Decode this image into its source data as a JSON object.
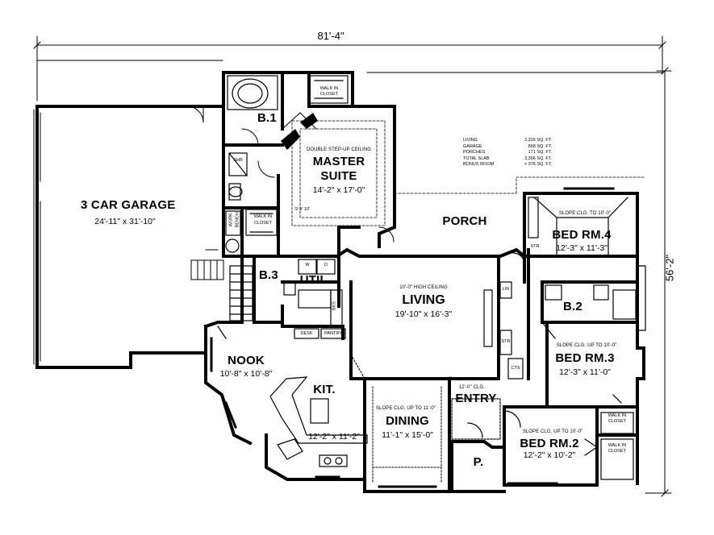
{
  "overall": {
    "width": "81'-4\"",
    "depth": "56'-2\""
  },
  "rooms": {
    "garage": {
      "name": "3 CAR GARAGE",
      "size": "24'-11\" x 31'-10\""
    },
    "bath1": {
      "name": "B.1"
    },
    "master_walkin": {
      "line1": "WALK IN",
      "line2": "CLOSET"
    },
    "master": {
      "ceiling_note": "DOUBLE STEP-UP CEILING",
      "name1": "MASTER",
      "name2": "SUITE",
      "size": "14'-2\" x 17'-0\"",
      "small_note": "9' 9' 10'"
    },
    "shr": {
      "name": "SHR"
    },
    "walkin2": {
      "line1": "WALK IN",
      "line2": "CLOSET"
    },
    "work_bench": {
      "line1": "WORK",
      "line2": "BENCH"
    },
    "porch": {
      "name": "PORCH"
    },
    "bed4": {
      "note": "SLOPE CLG. TO 10'-0\"",
      "name": "BED RM.4",
      "size": "12'-3\" x 11'-3\"",
      "str": "STR"
    },
    "bath3": {
      "name": "B.3"
    },
    "util": {
      "name": "UTIL.",
      "w": "W",
      "d": "D"
    },
    "living": {
      "note": "10'-0\" HIGH CEILING",
      "name": "LIVING",
      "size": "19'-10\" x 16'-3\"",
      "lin": "LIN",
      "str": "STR",
      "cts": "CTS",
      "bks": "BKS"
    },
    "bath2": {
      "name": "B.2"
    },
    "bed3": {
      "note": "SLOPE CLG. UP TO 10'-0\"",
      "name": "BED RM.3",
      "size": "12'-3\" x 11'-0\""
    },
    "nook": {
      "name": "NOOK",
      "size": "10'-8\" x 10'-8\""
    },
    "desk": {
      "name": "DESK"
    },
    "pantry": {
      "name": "PANTRY"
    },
    "kitchen": {
      "name": "KIT.",
      "size": "12'-2\" x 11'-2\""
    },
    "dining": {
      "note": "SLOPE CLG. UP TO 11'-0\"",
      "name": "DINING",
      "size": "11'-1\" x 15'-0\""
    },
    "entry": {
      "note": "12'-0\" CLG.",
      "name": "ENTRY"
    },
    "bed2": {
      "note": "SLOPE CLG. UP TO 10'-0\"",
      "name": "BED RM.2",
      "size": "12'-2\" x 10'-2\""
    },
    "walkin3": {
      "line1": "WALK IN",
      "line2": "CLOSET"
    },
    "walkin4": {
      "line1": "WALK IN",
      "line2": "CLOSET"
    },
    "patio": {
      "name": "P."
    }
  },
  "schedule": [
    {
      "name": "LIVING",
      "value": "2,316 SQ. FT."
    },
    {
      "name": "GARAGE",
      "value": "868 SQ. FT."
    },
    {
      "name": "PORCHES",
      "value": "171 SQ. FT."
    },
    {
      "name": "TOTAL SLAB",
      "value": "3,356 SQ. FT."
    },
    {
      "name": "BONUS ROOM",
      "value": "+ 376 SQ. FT."
    }
  ]
}
